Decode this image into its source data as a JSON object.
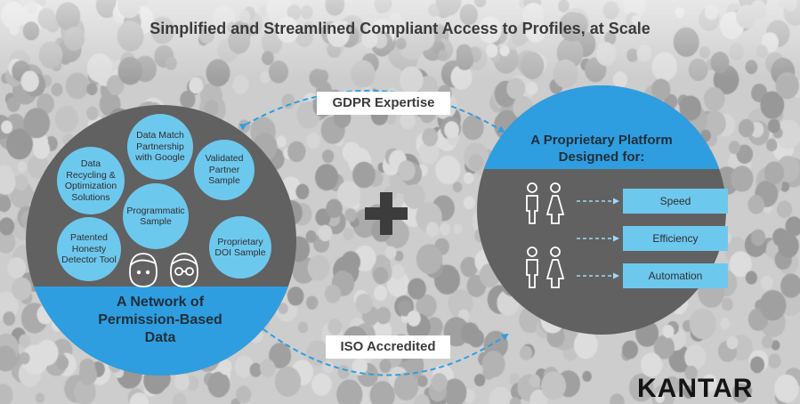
{
  "title": "Simplified and Streamlined Compliant Access to Profiles, at Scale",
  "connectors": {
    "top_label": "GDPR Expertise",
    "bottom_label": "ISO Accredited"
  },
  "network": {
    "title_lines": [
      "A Network of",
      "Permission-Based",
      "Data"
    ],
    "bubbles": [
      "Data Match Partnership with Google",
      "Validated Partner Sample",
      "Data Recycling & Optimization Solutions",
      "Programmatic Sample",
      "Patented Honesty Detector Tool",
      "Proprietary DOI Sample"
    ]
  },
  "platform": {
    "title_lines": [
      "A Proprietary Platform",
      "Designed for:"
    ],
    "items": [
      "Speed",
      "Efficiency",
      "Automation"
    ]
  },
  "logo": "KANTAR",
  "colors": {
    "accent_blue": "#2f9ee0",
    "bubble_blue": "#6dc8ee",
    "circle_gray": "#616161",
    "plus": "#3c3c3c"
  }
}
